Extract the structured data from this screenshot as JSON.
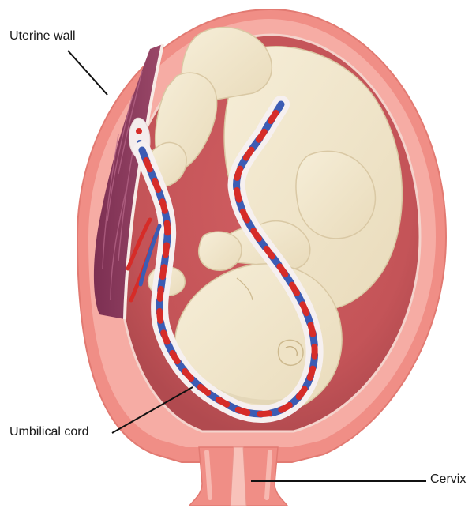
{
  "labels": {
    "uterine_wall": "Uterine wall",
    "umbilical_cord": "Umbilical cord",
    "cervix": "Cervix"
  },
  "colors": {
    "uterus_outer": "#f08e86",
    "uterus_wall": "#f4a49c",
    "amniotic_cavity": "#c45458",
    "placenta": "#8c3a5c",
    "fetus_skin": "#f1e6cc",
    "vein_blue": "#3c5cb4",
    "artery_red": "#d62c28",
    "leader_line": "#111111"
  }
}
